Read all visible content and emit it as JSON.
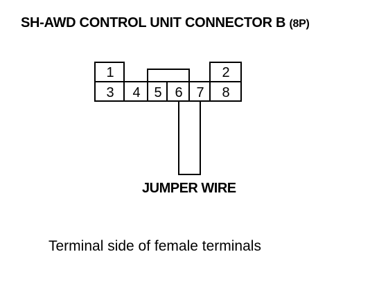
{
  "title": {
    "main": "SH-AWD CONTROL UNIT CONNECTOR B",
    "pins": "(8P)"
  },
  "connector": {
    "terminals": [
      {
        "number": "1"
      },
      {
        "number": "2"
      },
      {
        "number": "3"
      },
      {
        "number": "4"
      },
      {
        "number": "5"
      },
      {
        "number": "6"
      },
      {
        "number": "7"
      },
      {
        "number": "8"
      }
    ]
  },
  "jumper_label": "JUMPER WIRE",
  "caption": "Terminal side of female terminals"
}
